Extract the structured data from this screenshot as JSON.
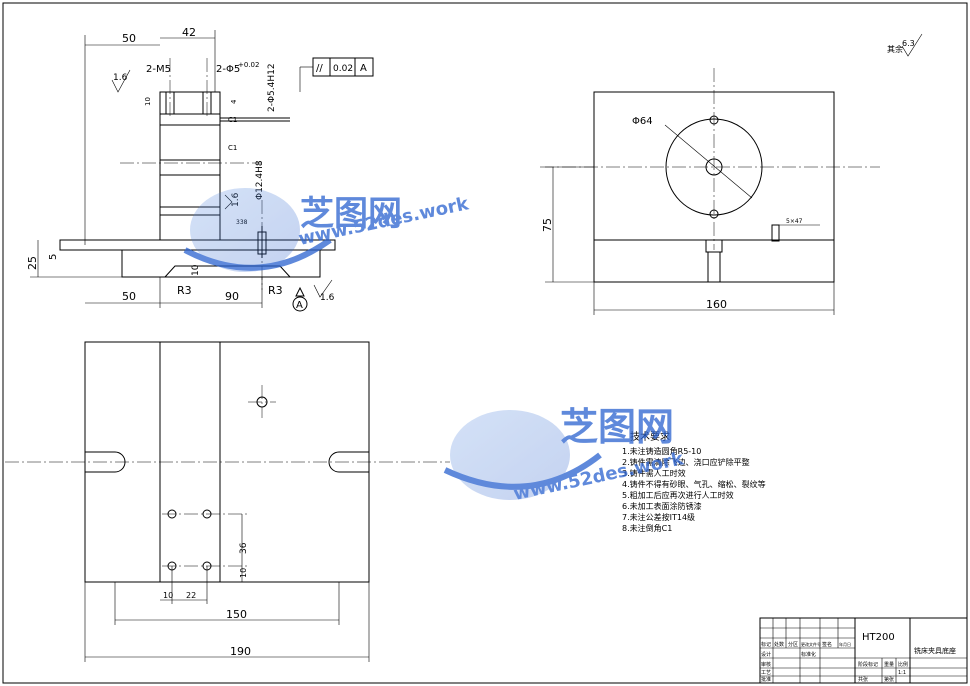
{
  "front_view": {
    "dim_top_left": "50",
    "dim_top_mid": "42",
    "note_holes_a": "2-M5",
    "note_holes_b": "2-Φ5",
    "tol_holes_b": "+0.02",
    "note_holes_c": "2-Φ5.4H12",
    "fcf_symbol": "//",
    "fcf_value": "0.02",
    "fcf_datum": "A",
    "rough_top": "1.6",
    "dim_left_height": "25",
    "dim_left_small": "5",
    "dim_bottom_left": "50",
    "dim_bottom_mid": "90",
    "radius_left": "R3",
    "radius_right": "R3",
    "dim_slot_depth": "10",
    "note_bore": "Φ12.4H8",
    "rough_side": "1.6",
    "rough_bottom": "1.6",
    "datum_label": "A",
    "small_labels": [
      "10",
      "4",
      "C1",
      "C1",
      "338"
    ]
  },
  "side_view": {
    "circle_label": "Φ64",
    "dim_height": "75",
    "dim_width": "160",
    "note_small": "5×47"
  },
  "top_view": {
    "dim_36": "36",
    "dim_10v": "10",
    "dim_10h": "10",
    "dim_22": "22",
    "dim_150": "150",
    "dim_190": "190"
  },
  "tech_req": {
    "title": "技术要求",
    "items": [
      "1.未注铸造圆角R5-10",
      "2.铸件需清除飞边、浇口应铲除平整",
      "3.铸件需人工时效",
      "4.铸件不得有砂眼、气孔、缩松、裂纹等",
      "5.粗加工后应再次进行人工时效",
      "6.未加工表面涂防锈漆",
      "7.未注公差按IT14级",
      "8.未注倒角C1"
    ]
  },
  "surface_finish": {
    "label": "其余",
    "value": "6.3"
  },
  "title_block": {
    "material": "HT200",
    "drawing_name": "铣床夹具底座",
    "small_cells": [
      "标记",
      "处数",
      "分区",
      "更改文件号",
      "签名",
      "年月日",
      "设计",
      "标准化",
      "审核",
      "工艺",
      "批准",
      "阶段标记",
      "重量",
      "比例",
      "共张",
      "第张",
      "1:1"
    ]
  },
  "watermark": {
    "name": "芝图网",
    "url": "www.52des.work"
  }
}
